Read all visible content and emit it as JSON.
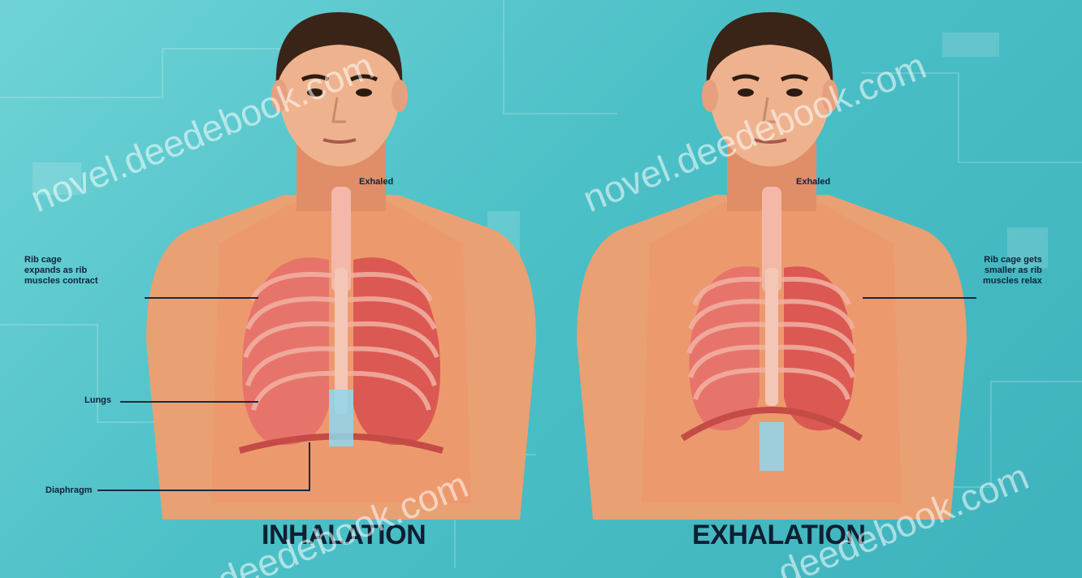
{
  "labels": {
    "exhaled_left": "Exhaled",
    "exhaled_right": "Exhaled",
    "ribcage_in_line1": "Rib cage",
    "ribcage_in_line2": "expands as rib",
    "ribcage_in_line3": "muscles contract",
    "lungs": "Lungs",
    "diaphragm": "Diaphragm",
    "ribcage_out_line1": "Rib cage gets",
    "ribcage_out_line2": "smaller as rib",
    "ribcage_out_line3": "muscles relax"
  },
  "titles": {
    "inhalation": "INHALATION",
    "exhalation": "EXHALATION"
  },
  "watermarks": {
    "wm1": "novel.deedebook.com",
    "wm2": "novel.deedebook.com",
    "wm3": "deedebook.com",
    "wm4": "deedebook.com"
  },
  "colors": {
    "background": "#4cc0c7",
    "skin": "#e9a073",
    "body_tint": "#f0936a",
    "lung": "#e6706a",
    "hair": "#3a2418",
    "label_text": "#10233a"
  }
}
